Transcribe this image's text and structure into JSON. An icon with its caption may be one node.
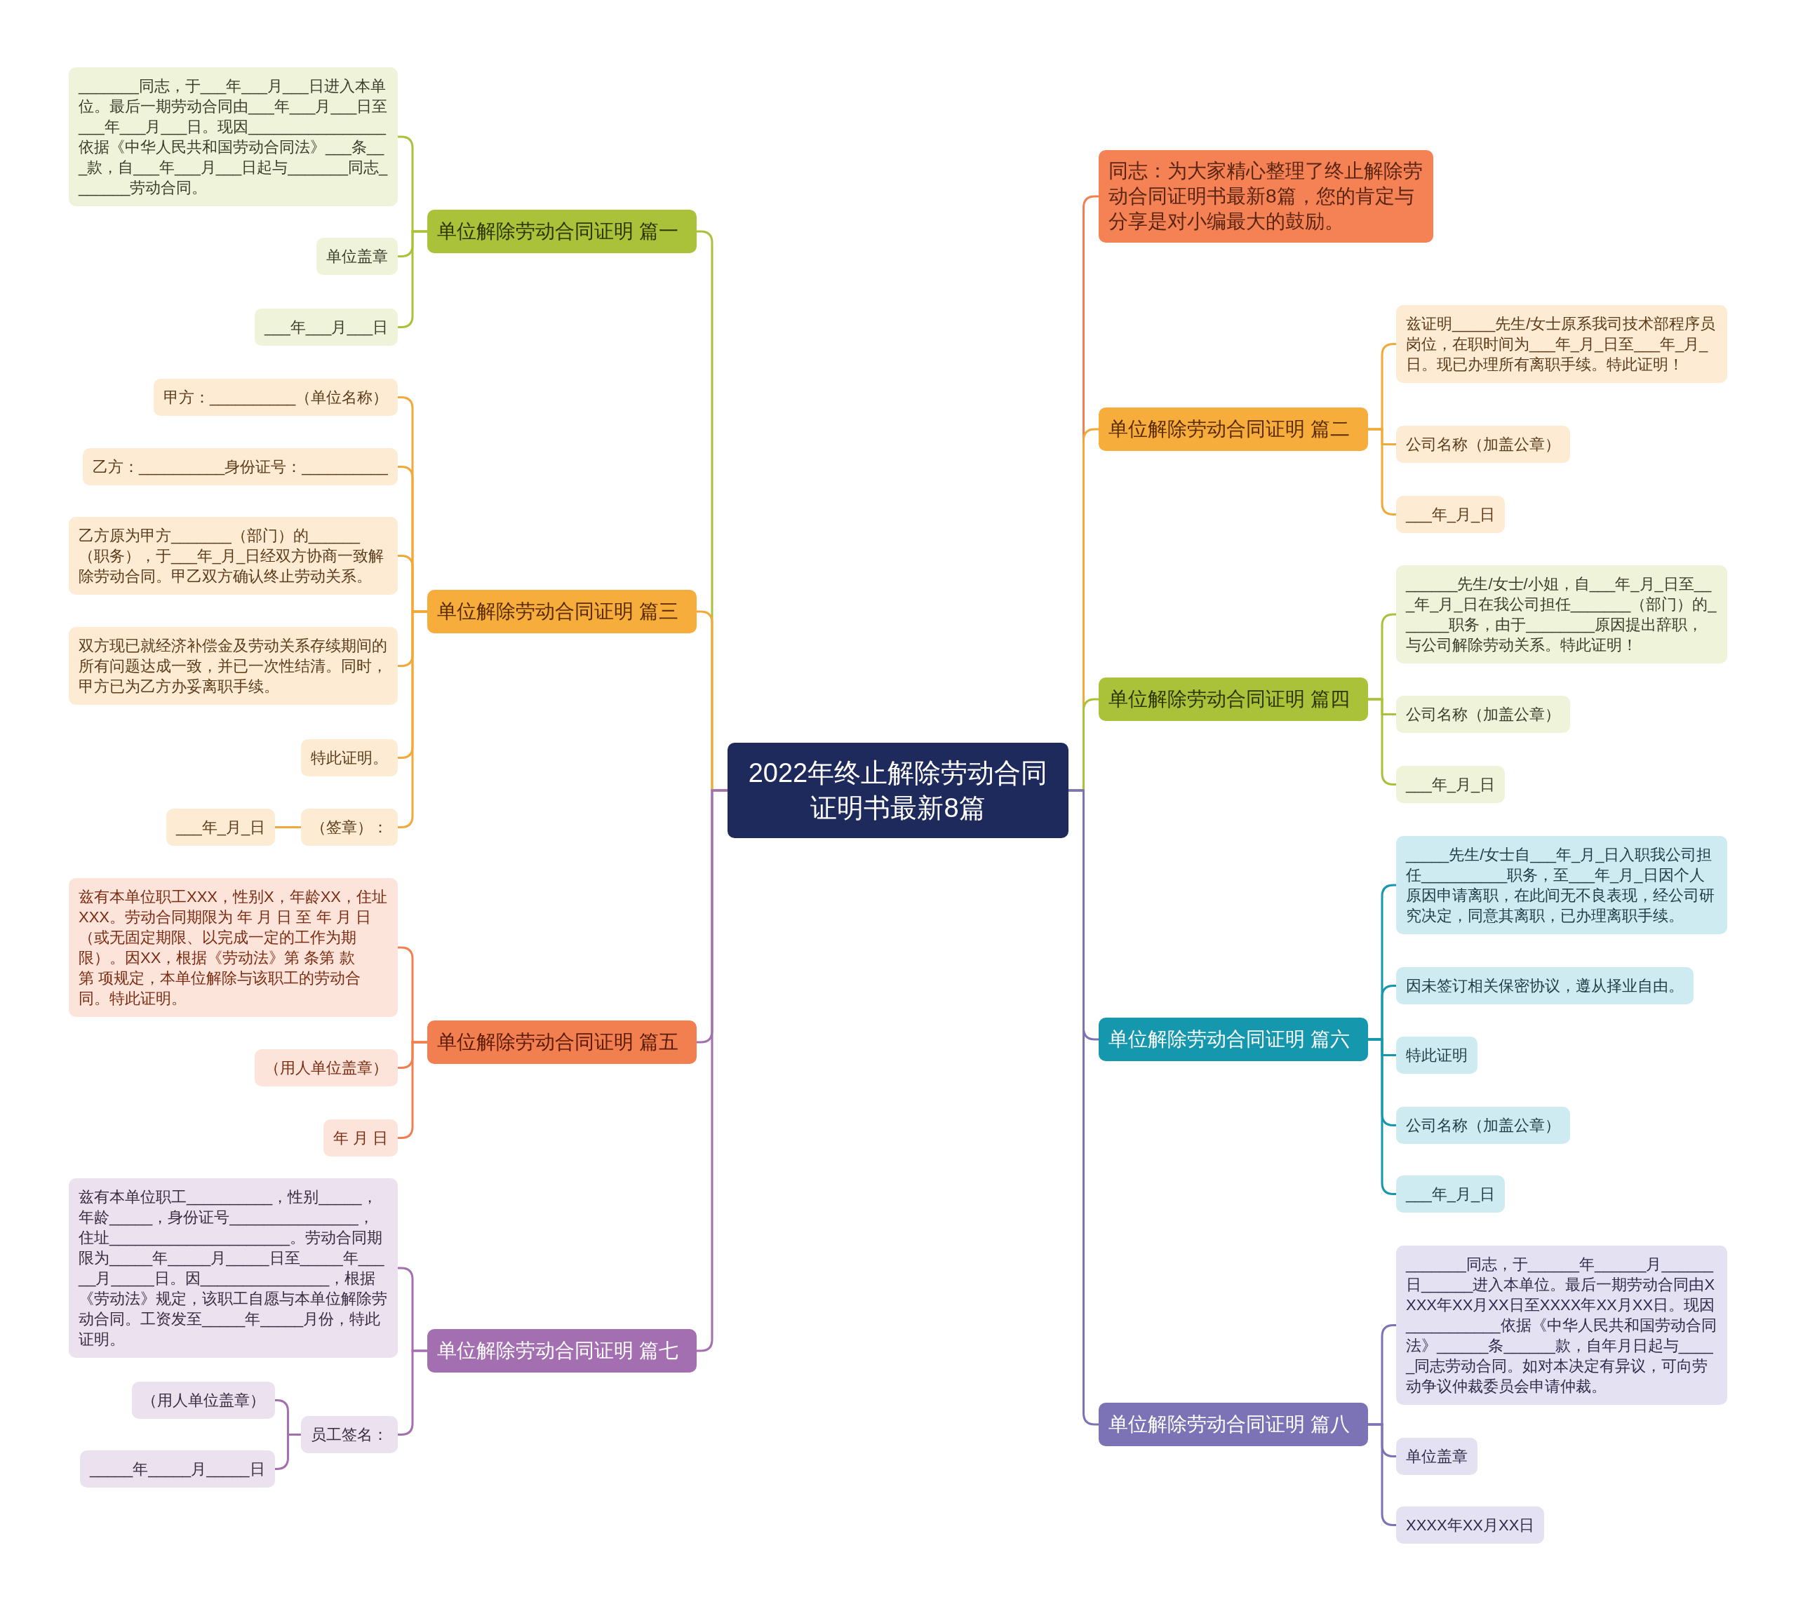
{
  "diagram": {
    "nodes": [
      {
        "text": [
          "2022年终止解除劳动合同证明书最新8篇"
        ]
      },
      {
        "text": [
          "单位解除劳动合同证明 篇一"
        ]
      },
      {
        "text": [
          "_______同志，于___年___月___日进入本单位。最后一期劳动合同由___年___月___日至___年___月___日。现因________________依据《中华人民共和国劳动合同法》___条___款，自___年___月___日起与_______同志_______劳动合同。"
        ]
      },
      {
        "text": [
          "单位盖章"
        ]
      },
      {
        "text": [
          "___年___月___日"
        ]
      },
      {
        "text": [
          "单位解除劳动合同证明 篇三"
        ]
      },
      {
        "text": [
          "甲方：__________（单位名称）"
        ]
      },
      {
        "text": [
          "乙方：__________身份证号：__________"
        ]
      },
      {
        "text": [
          "乙方原为甲方_______（部门）的______（职务），于___年_月_日经双方协商一致解除劳动合同。甲乙双方确认终止劳动关系。"
        ]
      },
      {
        "text": [
          "双方现已就经济补偿金及劳动关系存续期间的所有问题达成一致，并已一次性结清。同时，甲方已为乙方办妥离职手续。"
        ]
      },
      {
        "text": [
          "特此证明。"
        ]
      },
      {
        "text": [
          "（签章）："
        ]
      },
      {
        "text": [
          "___年_月_日"
        ]
      },
      {
        "text": [
          "单位解除劳动合同证明 篇五"
        ]
      },
      {
        "text": [
          "兹有本单位职工XXX，性别X，年龄XX，住址XXX。劳动合同期限为 年 月 日 至 年 月 日（或无固定期限、以完成一定的工作为期限）。因XX，根据《劳动法》第 条第 款第 项规定，本单位解除与该职工的劳动合同。特此证明。"
        ]
      },
      {
        "text": [
          "（用人单位盖章）"
        ]
      },
      {
        "text": [
          "年 月 日"
        ]
      },
      {
        "text": [
          "单位解除劳动合同证明 篇七"
        ]
      },
      {
        "text": [
          "兹有本单位职工__________，性别_____，年龄_____，身份证号_______________，住址_____________________。劳动合同期限为_____年_____月_____日至_____年_____月_____日。因_______________，根据《劳动法》规定，该职工自愿与本单位解除劳动合同。工资发至_____年_____月份，特此证明。"
        ]
      },
      {
        "text": [
          "员工签名："
        ]
      },
      {
        "text": [
          "（用人单位盖章）"
        ]
      },
      {
        "text": [
          "_____年_____月_____日"
        ]
      },
      {
        "text": [
          "同志：为大家精心整理了终止解除劳动合同证明书最新8篇，您的肯定与分享是对小编最大的鼓励。"
        ]
      },
      {
        "text": [
          "单位解除劳动合同证明 篇二"
        ]
      },
      {
        "text": [
          "兹证明_____先生/女士原系我司技术部程序员岗位，在职时间为___年_月_日至___年_月_日。现已办理所有离职手续。特此证明！"
        ]
      },
      {
        "text": [
          "公司名称（加盖公章）"
        ]
      },
      {
        "text": [
          "___年_月_日"
        ]
      },
      {
        "text": [
          "单位解除劳动合同证明 篇四"
        ]
      },
      {
        "text": [
          "______先生/女士/小姐，自___年_月_日至___年_月_日在我公司担任_______（部门）的______职务，由于________原因提出辞职，与公司解除劳动关系。特此证明！"
        ]
      },
      {
        "text": [
          "公司名称（加盖公章）"
        ]
      },
      {
        "text": [
          "___年_月_日"
        ]
      },
      {
        "text": [
          "单位解除劳动合同证明 篇六"
        ]
      },
      {
        "text": [
          "_____先生/女士自___年_月_日入职我公司担任__________职务，至___年_月_日因个人原因申请离职，在此间无不良表现，经公司研究决定，同意其离职，已办理离职手续。"
        ]
      },
      {
        "text": [
          "因未签订相关保密协议，遵从择业自由。"
        ]
      },
      {
        "text": [
          "特此证明"
        ]
      },
      {
        "text": [
          "公司名称（加盖公章）"
        ]
      },
      {
        "text": [
          "___年_月_日"
        ]
      },
      {
        "text": [
          "单位解除劳动合同证明 篇八"
        ]
      },
      {
        "text": [
          "_______同志，于______年______月______日______进入本单位。最后一期劳动合同由XXXX年XX月XX日至XXXX年XX月XX日。现因___________依据《中华人民共和国劳动合同法》______条______款，自年月日起与_____同志劳动合同。如对本决定有异议，可向劳动争议仲裁委员会申请仲裁。"
        ]
      },
      {
        "text": [
          "单位盖章"
        ]
      },
      {
        "text": [
          "XXXX年XX月XX日"
        ]
      }
    ],
    "edges": [
      {
        "from": 0,
        "to": 1,
        "arrow": "none",
        "color": "#a9c23a"
      },
      {
        "from": 0,
        "to": 5,
        "arrow": "none",
        "color": "#f2a93b"
      },
      {
        "from": 0,
        "to": 13,
        "arrow": "none",
        "color": "#a46fb0"
      },
      {
        "from": 0,
        "to": 17,
        "arrow": "none",
        "color": "#a46fb0"
      },
      {
        "from": 0,
        "to": 22,
        "arrow": "none",
        "color": "#f27f50"
      },
      {
        "from": 0,
        "to": 23,
        "arrow": "none",
        "color": "#f2a93b"
      },
      {
        "from": 0,
        "to": 27,
        "arrow": "none",
        "color": "#a9c23a"
      },
      {
        "from": 0,
        "to": 31,
        "arrow": "none",
        "color": "#7b73b5"
      },
      {
        "from": 0,
        "to": 37,
        "arrow": "none",
        "color": "#7b73b5"
      },
      {
        "from": 1,
        "to": 2,
        "arrow": "none",
        "color": "#a9c23a"
      },
      {
        "from": 1,
        "to": 3,
        "arrow": "none",
        "color": "#a9c23a"
      },
      {
        "from": 1,
        "to": 4,
        "arrow": "none",
        "color": "#a9c23a"
      },
      {
        "from": 5,
        "to": 6,
        "arrow": "none",
        "color": "#f2a93b"
      },
      {
        "from": 5,
        "to": 7,
        "arrow": "none",
        "color": "#f2a93b"
      },
      {
        "from": 5,
        "to": 8,
        "arrow": "none",
        "color": "#f2a93b"
      },
      {
        "from": 5,
        "to": 9,
        "arrow": "none",
        "color": "#f2a93b"
      },
      {
        "from": 5,
        "to": 10,
        "arrow": "none",
        "color": "#f2a93b"
      },
      {
        "from": 5,
        "to": 11,
        "arrow": "none",
        "color": "#f2a93b"
      },
      {
        "from": 11,
        "to": 12,
        "arrow": "none",
        "color": "#f2a93b"
      },
      {
        "from": 13,
        "to": 14,
        "arrow": "none",
        "color": "#f27f50"
      },
      {
        "from": 13,
        "to": 15,
        "arrow": "none",
        "color": "#f27f50"
      },
      {
        "from": 13,
        "to": 16,
        "arrow": "none",
        "color": "#f27f50"
      },
      {
        "from": 17,
        "to": 18,
        "arrow": "none",
        "color": "#a46fb0"
      },
      {
        "from": 17,
        "to": 19,
        "arrow": "none",
        "color": "#a46fb0"
      },
      {
        "from": 19,
        "to": 20,
        "arrow": "none",
        "color": "#a46fb0"
      },
      {
        "from": 19,
        "to": 21,
        "arrow": "none",
        "color": "#a46fb0"
      },
      {
        "from": 23,
        "to": 24,
        "arrow": "none",
        "color": "#f2a93b"
      },
      {
        "from": 23,
        "to": 25,
        "arrow": "none",
        "color": "#f2a93b"
      },
      {
        "from": 23,
        "to": 26,
        "arrow": "none",
        "color": "#f2a93b"
      },
      {
        "from": 27,
        "to": 28,
        "arrow": "none",
        "color": "#a9c23a"
      },
      {
        "from": 27,
        "to": 29,
        "arrow": "none",
        "color": "#a9c23a"
      },
      {
        "from": 27,
        "to": 30,
        "arrow": "none",
        "color": "#a9c23a"
      },
      {
        "from": 31,
        "to": 32,
        "arrow": "none",
        "color": "#1597ae"
      },
      {
        "from": 31,
        "to": 33,
        "arrow": "none",
        "color": "#1597ae"
      },
      {
        "from": 31,
        "to": 34,
        "arrow": "none",
        "color": "#1597ae"
      },
      {
        "from": 31,
        "to": 35,
        "arrow": "none",
        "color": "#1597ae"
      },
      {
        "from": 31,
        "to": 36,
        "arrow": "none",
        "color": "#1597ae"
      },
      {
        "from": 37,
        "to": 38,
        "arrow": "none",
        "color": "#7b73b5"
      },
      {
        "from": 37,
        "to": 39,
        "arrow": "none",
        "color": "#7b73b5"
      },
      {
        "from": 37,
        "to": 40,
        "arrow": "none",
        "color": "#7b73b5"
      }
    ]
  }
}
